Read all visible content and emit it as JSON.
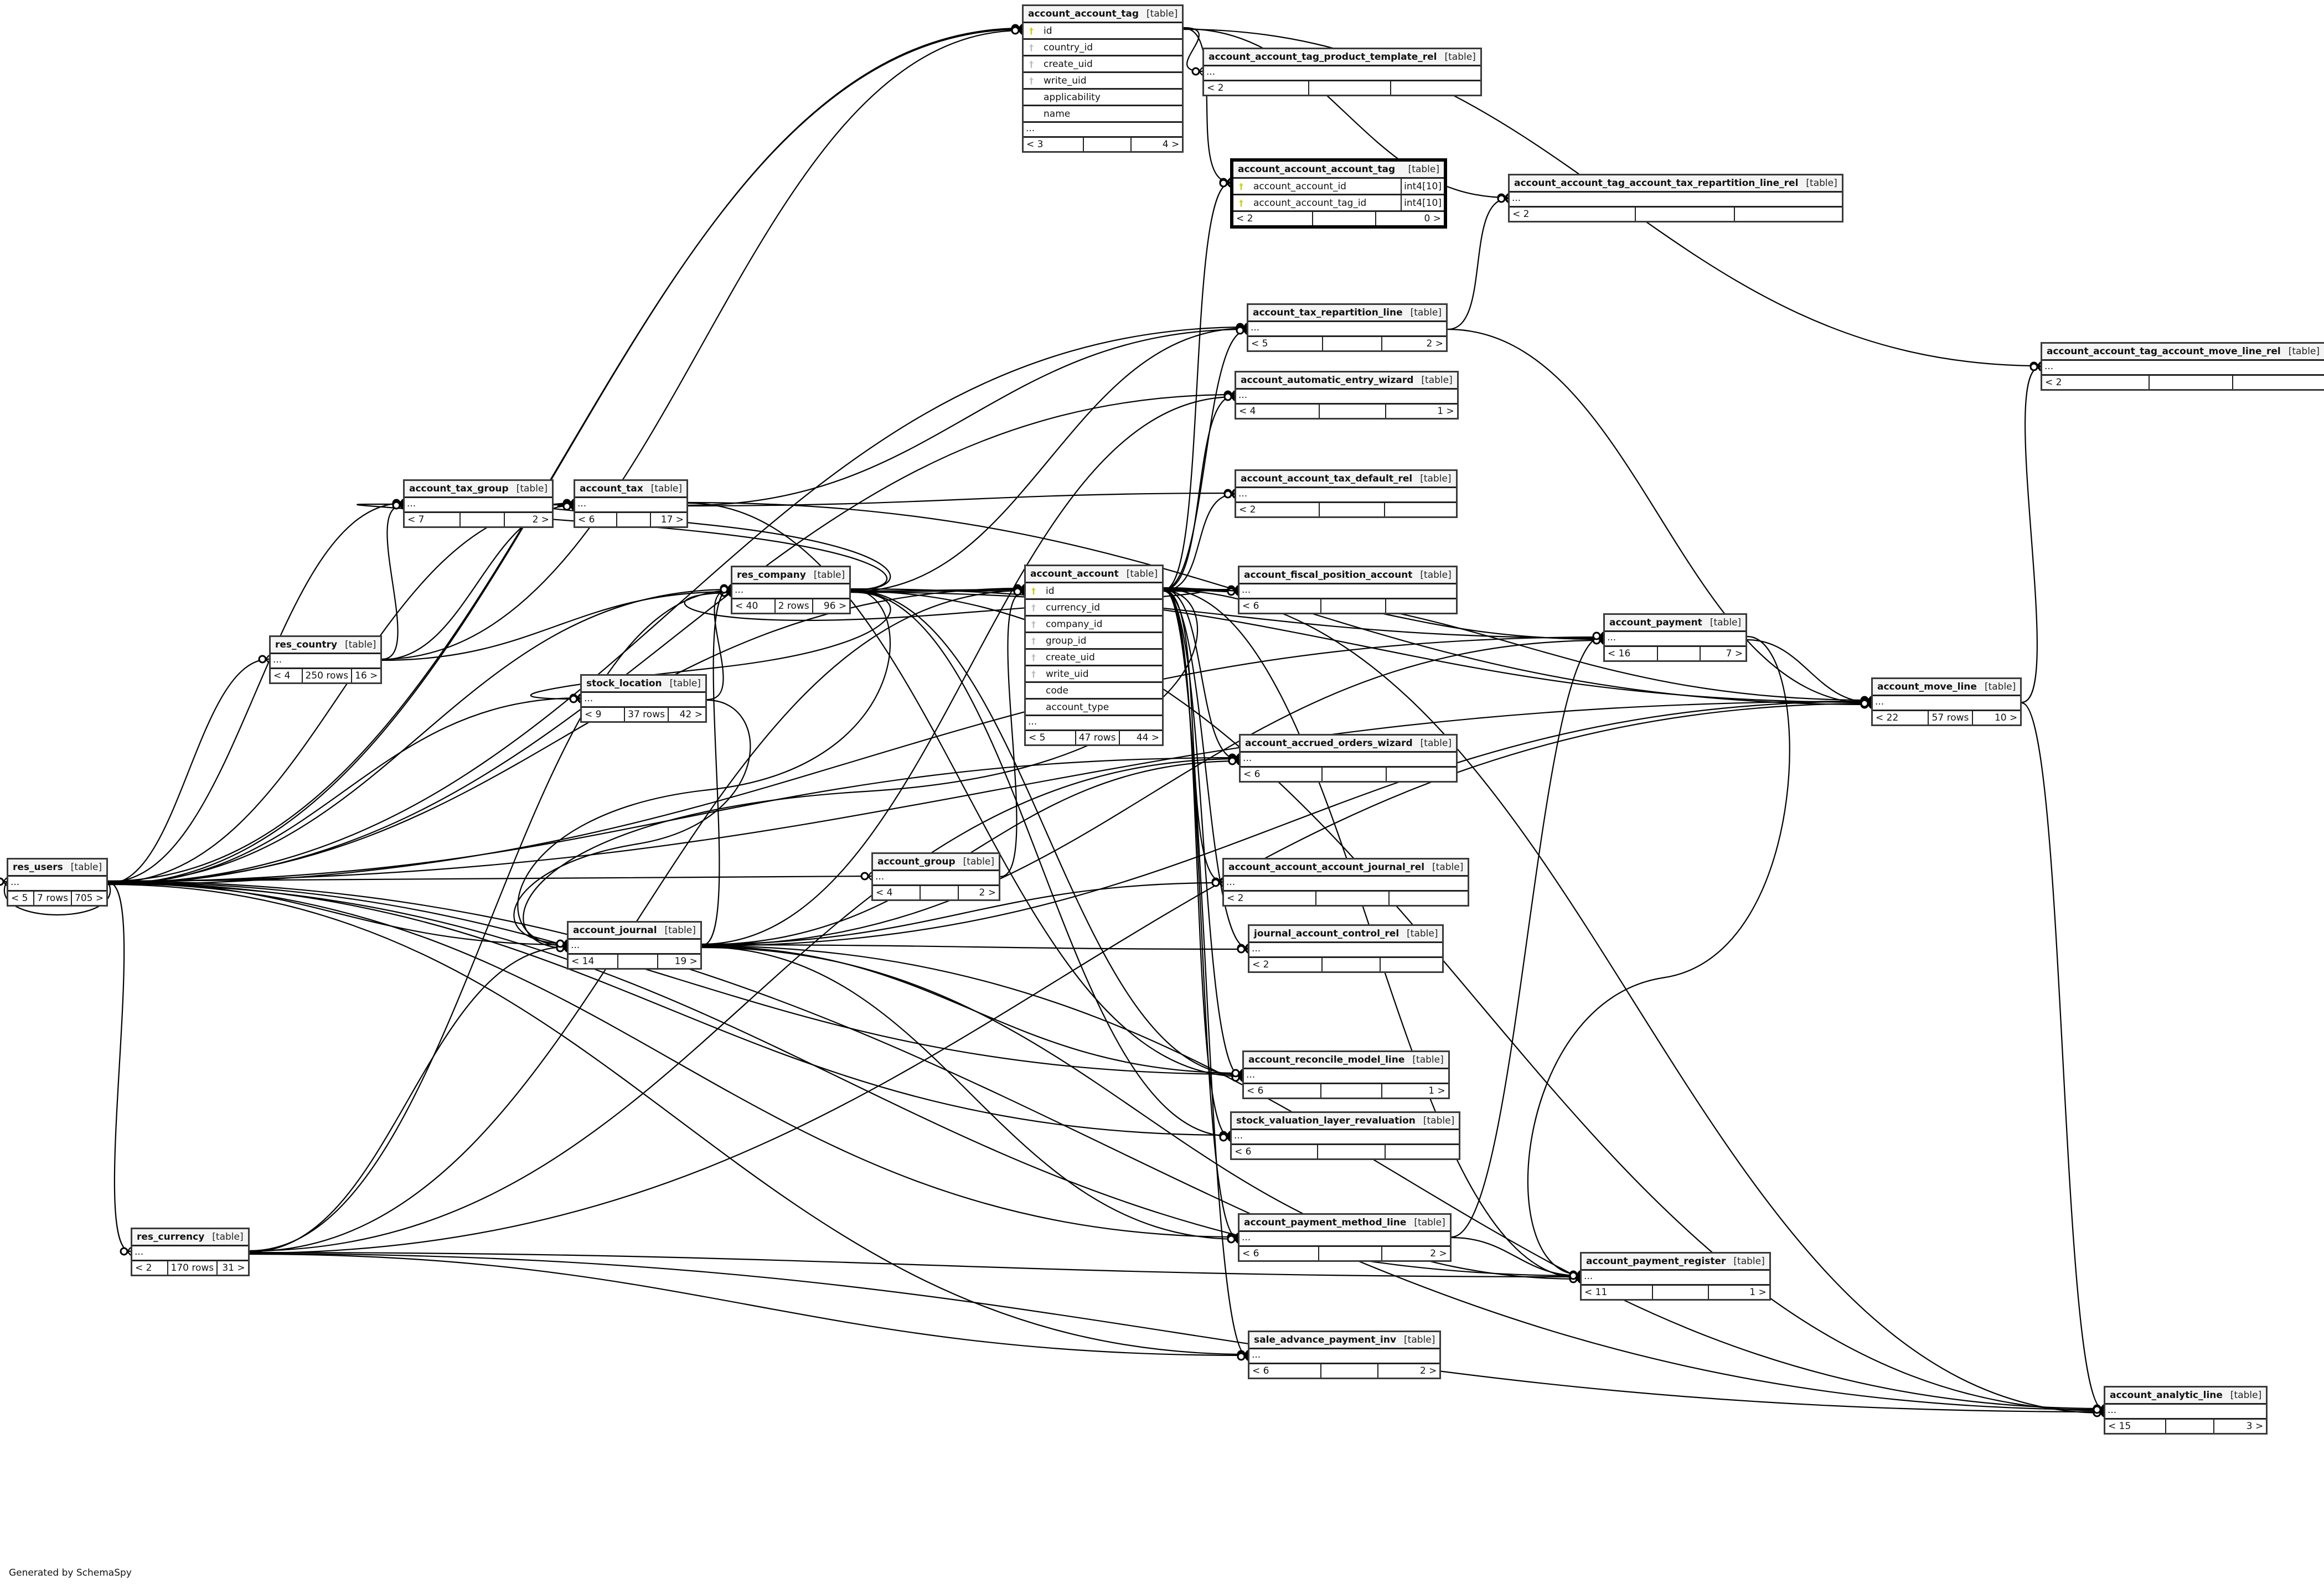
{
  "diagram": {
    "credit": "Generated by SchemaSpy",
    "tables": [
      {
        "id": "account_account_tag",
        "name": "account_account_tag",
        "tag": "[table]",
        "columns": [
          {
            "key": "pk",
            "name": "id"
          },
          {
            "key": "fk",
            "name": "country_id"
          },
          {
            "key": "fk",
            "name": "create_uid"
          },
          {
            "key": "fk",
            "name": "write_uid"
          },
          {
            "key": "",
            "name": "applicability"
          },
          {
            "key": "",
            "name": "name"
          }
        ],
        "more": "...",
        "parents": "< 3",
        "rows": "",
        "children": "4 >"
      },
      {
        "id": "account_account_tag_product_template_rel",
        "name": "account_account_tag_product_template_rel",
        "tag": "[table]",
        "columns": [],
        "more": "...",
        "parents": "< 2",
        "rows": "",
        "children": ""
      },
      {
        "id": "account_account_account_tag",
        "name": "account_account_account_tag",
        "tag": "[table]",
        "bold": true,
        "columns": [
          {
            "key": "pk",
            "name": "account_account_id",
            "type": "int4[10]"
          },
          {
            "key": "pk",
            "name": "account_account_tag_id",
            "type": "int4[10]"
          }
        ],
        "more": "",
        "parents": "< 2",
        "rows": "",
        "children": "0 >"
      },
      {
        "id": "account_account_tag_account_tax_repartition_line_rel",
        "name": "account_account_tag_account_tax_repartition_line_rel",
        "tag": "[table]",
        "columns": [],
        "more": "...",
        "parents": "< 2",
        "rows": "",
        "children": ""
      },
      {
        "id": "account_tax_repartition_line",
        "name": "account_tax_repartition_line",
        "tag": "[table]",
        "columns": [],
        "more": "...",
        "parents": "< 5",
        "rows": "",
        "children": "2 >"
      },
      {
        "id": "account_automatic_entry_wizard",
        "name": "account_automatic_entry_wizard",
        "tag": "[table]",
        "columns": [],
        "more": "...",
        "parents": "< 4",
        "rows": "",
        "children": "1 >"
      },
      {
        "id": "account_account_tag_account_move_line_rel",
        "name": "account_account_tag_account_move_line_rel",
        "tag": "[table]",
        "columns": [],
        "more": "...",
        "parents": "< 2",
        "rows": "",
        "children": ""
      },
      {
        "id": "account_account_tax_default_rel",
        "name": "account_account_tax_default_rel",
        "tag": "[table]",
        "columns": [],
        "more": "...",
        "parents": "< 2",
        "rows": "",
        "children": ""
      },
      {
        "id": "account_tax_group",
        "name": "account_tax_group",
        "tag": "[table]",
        "columns": [],
        "more": "...",
        "parents": "< 7",
        "rows": "",
        "children": "2 >"
      },
      {
        "id": "account_tax",
        "name": "account_tax",
        "tag": "[table]",
        "columns": [],
        "more": "...",
        "parents": "< 6",
        "rows": "",
        "children": "17 >"
      },
      {
        "id": "res_company",
        "name": "res_company",
        "tag": "[table]",
        "columns": [],
        "more": "...",
        "parents": "< 40",
        "rows": "2 rows",
        "children": "96 >"
      },
      {
        "id": "account_account",
        "name": "account_account",
        "tag": "[table]",
        "columns": [
          {
            "key": "pk",
            "name": "id"
          },
          {
            "key": "fk",
            "name": "currency_id"
          },
          {
            "key": "fk",
            "name": "company_id"
          },
          {
            "key": "fk",
            "name": "group_id"
          },
          {
            "key": "fk",
            "name": "create_uid"
          },
          {
            "key": "fk",
            "name": "write_uid"
          },
          {
            "key": "",
            "name": "code"
          },
          {
            "key": "",
            "name": "account_type"
          }
        ],
        "more": "...",
        "parents": "< 5",
        "rows": "47 rows",
        "children": "44 >"
      },
      {
        "id": "account_fiscal_position_account",
        "name": "account_fiscal_position_account",
        "tag": "[table]",
        "columns": [],
        "more": "...",
        "parents": "< 6",
        "rows": "",
        "children": ""
      },
      {
        "id": "account_payment",
        "name": "account_payment",
        "tag": "[table]",
        "columns": [],
        "more": "...",
        "parents": "< 16",
        "rows": "",
        "children": "7 >"
      },
      {
        "id": "res_country",
        "name": "res_country",
        "tag": "[table]",
        "columns": [],
        "more": "...",
        "parents": "< 4",
        "rows": "250 rows",
        "children": "16 >"
      },
      {
        "id": "stock_location",
        "name": "stock_location",
        "tag": "[table]",
        "columns": [],
        "more": "...",
        "parents": "< 9",
        "rows": "37 rows",
        "children": "42 >"
      },
      {
        "id": "account_move_line",
        "name": "account_move_line",
        "tag": "[table]",
        "columns": [],
        "more": "...",
        "parents": "< 22",
        "rows": "57 rows",
        "children": "10 >"
      },
      {
        "id": "account_accrued_orders_wizard",
        "name": "account_accrued_orders_wizard",
        "tag": "[table]",
        "columns": [],
        "more": "...",
        "parents": "< 6",
        "rows": "",
        "children": ""
      },
      {
        "id": "res_users",
        "name": "res_users",
        "tag": "[table]",
        "columns": [],
        "more": "...",
        "parents": "< 5",
        "rows": "7 rows",
        "children": "705 >"
      },
      {
        "id": "account_group",
        "name": "account_group",
        "tag": "[table]",
        "columns": [],
        "more": "...",
        "parents": "< 4",
        "rows": "",
        "children": "2 >"
      },
      {
        "id": "account_account_account_journal_rel",
        "name": "account_account_account_journal_rel",
        "tag": "[table]",
        "columns": [],
        "more": "...",
        "parents": "< 2",
        "rows": "",
        "children": ""
      },
      {
        "id": "account_journal",
        "name": "account_journal",
        "tag": "[table]",
        "columns": [],
        "more": "...",
        "parents": "< 14",
        "rows": "",
        "children": "19 >"
      },
      {
        "id": "journal_account_control_rel",
        "name": "journal_account_control_rel",
        "tag": "[table]",
        "columns": [],
        "more": "...",
        "parents": "< 2",
        "rows": "",
        "children": ""
      },
      {
        "id": "account_reconcile_model_line",
        "name": "account_reconcile_model_line",
        "tag": "[table]",
        "columns": [],
        "more": "...",
        "parents": "< 6",
        "rows": "",
        "children": "1 >"
      },
      {
        "id": "stock_valuation_layer_revaluation",
        "name": "stock_valuation_layer_revaluation",
        "tag": "[table]",
        "columns": [],
        "more": "...",
        "parents": "< 6",
        "rows": "",
        "children": ""
      },
      {
        "id": "res_currency",
        "name": "res_currency",
        "tag": "[table]",
        "columns": [],
        "more": "...",
        "parents": "< 2",
        "rows": "170 rows",
        "children": "31 >"
      },
      {
        "id": "account_payment_method_line",
        "name": "account_payment_method_line",
        "tag": "[table]",
        "columns": [],
        "more": "...",
        "parents": "< 6",
        "rows": "",
        "children": "2 >"
      },
      {
        "id": "account_payment_register",
        "name": "account_payment_register",
        "tag": "[table]",
        "columns": [],
        "more": "...",
        "parents": "< 11",
        "rows": "",
        "children": "1 >"
      },
      {
        "id": "sale_advance_payment_inv",
        "name": "sale_advance_payment_inv",
        "tag": "[table]",
        "columns": [],
        "more": "...",
        "parents": "< 6",
        "rows": "",
        "children": "2 >"
      },
      {
        "id": "account_analytic_line",
        "name": "account_analytic_line",
        "tag": "[table]",
        "columns": [],
        "more": "...",
        "parents": "< 15",
        "rows": "",
        "children": "3 >"
      }
    ],
    "relationships": [
      [
        "account_account_tag",
        "account_account_tag_product_template_rel"
      ],
      [
        "account_account_tag",
        "account_account_account_tag"
      ],
      [
        "account_account_tag",
        "account_account_tag_account_tax_repartition_line_rel"
      ],
      [
        "account_account_tag",
        "account_account_tag_account_move_line_rel"
      ],
      [
        "account_account",
        "account_account_account_tag"
      ],
      [
        "account_tax_repartition_line",
        "account_account_tag_account_tax_repartition_line_rel"
      ],
      [
        "res_users",
        "account_account_tag"
      ],
      [
        "res_users",
        "account_account_tag"
      ],
      [
        "res_country",
        "account_account_tag"
      ],
      [
        "res_users",
        "account_tax_group"
      ],
      [
        "res_users",
        "account_tax"
      ],
      [
        "res_users",
        "res_company"
      ],
      [
        "res_users",
        "res_country"
      ],
      [
        "res_users",
        "stock_location"
      ],
      [
        "res_users",
        "account_group"
      ],
      [
        "res_users",
        "account_journal"
      ],
      [
        "res_users",
        "res_currency"
      ],
      [
        "res_users",
        "account_account"
      ],
      [
        "res_users",
        "account_tax_repartition_line"
      ],
      [
        "res_users",
        "account_automatic_entry_wizard"
      ],
      [
        "res_users",
        "account_payment"
      ],
      [
        "res_users",
        "account_move_line"
      ],
      [
        "res_users",
        "account_accrued_orders_wizard"
      ],
      [
        "res_users",
        "account_reconcile_model_line"
      ],
      [
        "res_users",
        "stock_valuation_layer_revaluation"
      ],
      [
        "res_users",
        "account_payment_method_line"
      ],
      [
        "res_users",
        "account_payment_register"
      ],
      [
        "res_users",
        "sale_advance_payment_inv"
      ],
      [
        "res_users",
        "account_analytic_line"
      ],
      [
        "res_users",
        "res_users"
      ],
      [
        "res_company",
        "account_tax_group"
      ],
      [
        "res_company",
        "account_tax"
      ],
      [
        "res_company",
        "account_account"
      ],
      [
        "res_company",
        "account_tax_repartition_line"
      ],
      [
        "res_company",
        "account_payment"
      ],
      [
        "res_company",
        "account_move_line"
      ],
      [
        "res_company",
        "account_journal"
      ],
      [
        "res_company",
        "account_reconcile_model_line"
      ],
      [
        "res_company",
        "stock_valuation_layer_revaluation"
      ],
      [
        "res_company",
        "account_analytic_line"
      ],
      [
        "res_company",
        "account_fiscal_position_account"
      ],
      [
        "res_company",
        "stock_location"
      ],
      [
        "res_currency",
        "res_company"
      ],
      [
        "res_currency",
        "account_account"
      ],
      [
        "res_currency",
        "account_journal"
      ],
      [
        "res_currency",
        "account_payment_register"
      ],
      [
        "res_currency",
        "account_move_line"
      ],
      [
        "res_currency",
        "account_analytic_line"
      ],
      [
        "res_currency",
        "sale_advance_payment_inv"
      ],
      [
        "res_currency",
        "account_accrued_orders_wizard"
      ],
      [
        "res_country",
        "account_tax_group"
      ],
      [
        "res_country",
        "account_tax"
      ],
      [
        "res_country",
        "res_company"
      ],
      [
        "account_tax_group",
        "account_tax"
      ],
      [
        "account_tax",
        "account_tax_repartition_line"
      ],
      [
        "account_tax",
        "account_account_tax_default_rel"
      ],
      [
        "account_tax",
        "account_move_line"
      ],
      [
        "account_tax",
        "account_reconcile_model_line"
      ],
      [
        "account_group",
        "account_account"
      ],
      [
        "account_account",
        "account_tax_repartition_line"
      ],
      [
        "account_account",
        "account_automatic_entry_wizard"
      ],
      [
        "account_account",
        "account_account_tax_default_rel"
      ],
      [
        "account_account",
        "account_fiscal_position_account"
      ],
      [
        "account_account",
        "account_fiscal_position_account"
      ],
      [
        "account_account",
        "account_payment"
      ],
      [
        "account_account",
        "account_move_line"
      ],
      [
        "account_account",
        "account_accrued_orders_wizard"
      ],
      [
        "account_account",
        "account_account_account_journal_rel"
      ],
      [
        "account_account",
        "journal_account_control_rel"
      ],
      [
        "account_account",
        "account_reconcile_model_line"
      ],
      [
        "account_account",
        "stock_valuation_layer_revaluation"
      ],
      [
        "account_account",
        "account_payment_method_line"
      ],
      [
        "account_account",
        "account_payment_register"
      ],
      [
        "account_account",
        "sale_advance_payment_inv"
      ],
      [
        "account_account",
        "account_analytic_line"
      ],
      [
        "account_account",
        "account_journal"
      ],
      [
        "account_account",
        "res_company"
      ],
      [
        "account_journal",
        "account_account_account_journal_rel"
      ],
      [
        "account_journal",
        "journal_account_control_rel"
      ],
      [
        "account_journal",
        "account_payment"
      ],
      [
        "account_journal",
        "account_move_line"
      ],
      [
        "account_journal",
        "account_reconcile_model_line"
      ],
      [
        "account_journal",
        "account_payment_method_line"
      ],
      [
        "account_journal",
        "account_payment_register"
      ],
      [
        "account_journal",
        "account_automatic_entry_wizard"
      ],
      [
        "account_journal",
        "account_accrued_orders_wizard"
      ],
      [
        "account_journal",
        "res_company"
      ],
      [
        "account_journal",
        "account_analytic_line"
      ],
      [
        "stock_location",
        "res_company"
      ],
      [
        "stock_location",
        "account_journal"
      ],
      [
        "account_payment",
        "account_move_line"
      ],
      [
        "account_payment",
        "account_payment_register"
      ],
      [
        "account_payment_method_line",
        "account_payment"
      ],
      [
        "account_payment_method_line",
        "account_payment_register"
      ],
      [
        "account_move_line",
        "account_account_tag_account_move_line_rel"
      ],
      [
        "account_move_line",
        "account_analytic_line"
      ],
      [
        "account_tax_repartition_line",
        "account_move_line"
      ]
    ]
  }
}
